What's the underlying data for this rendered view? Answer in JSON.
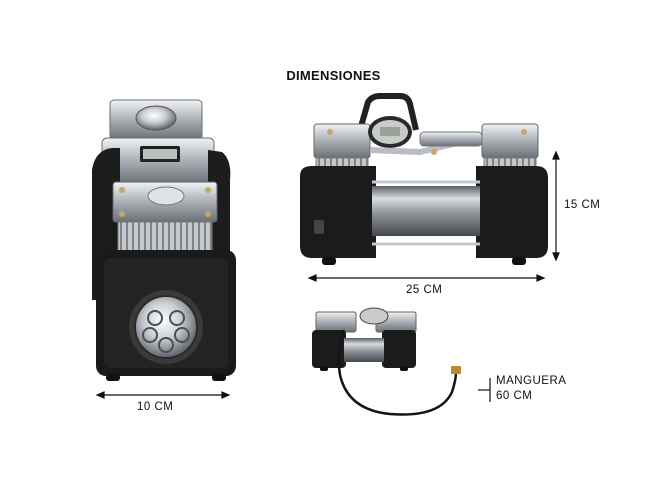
{
  "title": "DIMENSIONES",
  "dimensions": {
    "width_front": "10 CM",
    "length_side": "25 CM",
    "height_side": "15 CM",
    "hose_line1": "MANGUERA",
    "hose_line2": "60 CM"
  }
}
